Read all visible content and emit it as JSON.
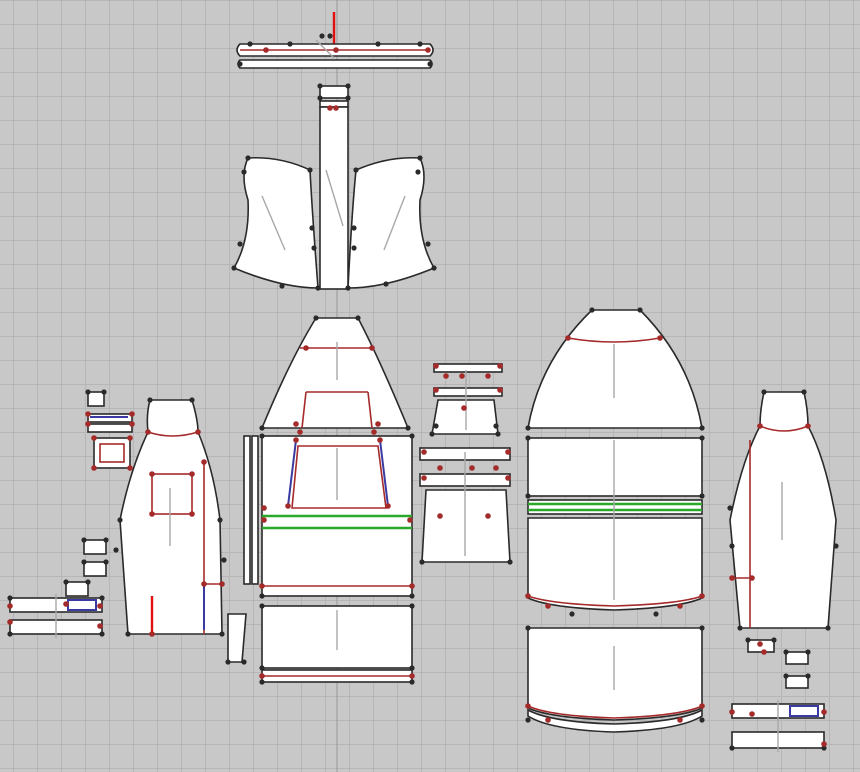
{
  "workspace": {
    "grid_visible": true,
    "colors": {
      "background": "#c8c8c8",
      "grid_line": "#b6b6b6",
      "piece_fill": "#ffffff",
      "piece_outline": "#2a2a2a",
      "seam_line": "#a52a2a",
      "internal_line_blue": "#3a3aa0",
      "fold_line_green": "#2aa82a",
      "selected_marker": "#e01010",
      "grain_line": "#a8a8a8"
    }
  },
  "pattern_pieces": [
    {
      "id": "collar-band",
      "icon": "pattern-piece"
    },
    {
      "id": "placket-strip",
      "icon": "pattern-piece"
    },
    {
      "id": "sleeve-cap-left",
      "icon": "pattern-piece"
    },
    {
      "id": "sleeve-cap-right",
      "icon": "pattern-piece"
    },
    {
      "id": "front-yoke",
      "icon": "pattern-piece"
    },
    {
      "id": "front-bodice",
      "icon": "pattern-piece"
    },
    {
      "id": "front-skirt",
      "icon": "pattern-piece"
    },
    {
      "id": "left-sleeve",
      "icon": "pattern-piece"
    },
    {
      "id": "right-sleeve",
      "icon": "pattern-piece"
    },
    {
      "id": "back-yoke",
      "icon": "pattern-piece"
    },
    {
      "id": "back-bodice",
      "icon": "pattern-piece"
    },
    {
      "id": "back-lower",
      "icon": "pattern-piece"
    },
    {
      "id": "back-skirt",
      "icon": "pattern-piece"
    },
    {
      "id": "pocket-piece",
      "icon": "pattern-piece"
    },
    {
      "id": "cuff-strips",
      "icon": "pattern-piece"
    }
  ]
}
